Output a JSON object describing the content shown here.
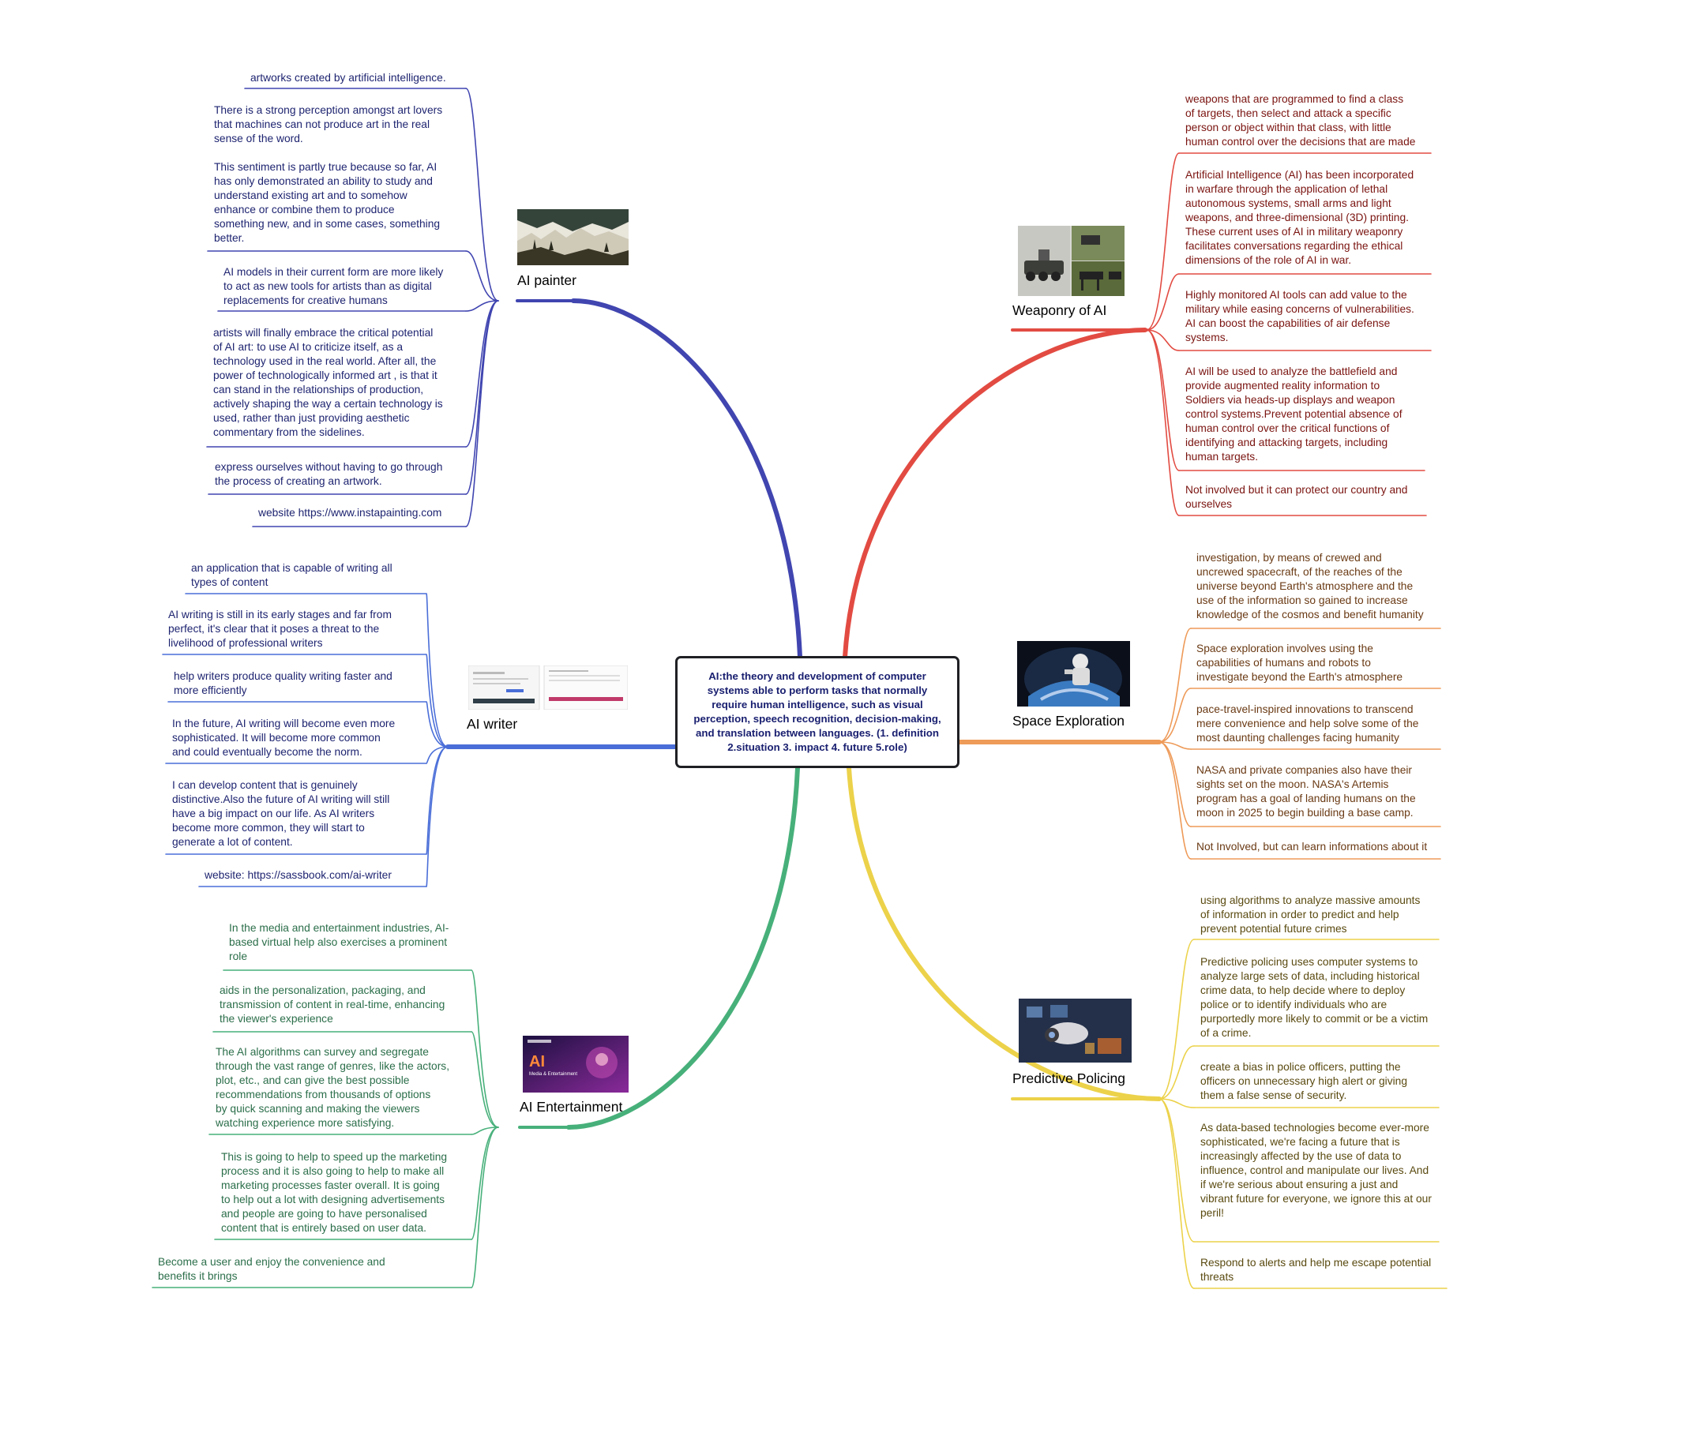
{
  "center": {
    "text": "AI:the theory and development of computer systems able to perform tasks that normally require human intelligence, such as visual perception, speech recognition, decision-making, and translation between languages. (1. definition 2.situation 3. impact 4. future 5.role)",
    "text_color": "#1a2070"
  },
  "colors": {
    "painter": "#4045b0",
    "writer": "#4a6ed8",
    "entertainment": "#47b07a",
    "weaponry": "#e24b42",
    "space": "#ee9a58",
    "policing": "#ecd24a",
    "painter_text": "#1e2470",
    "writer_text": "#1e2470",
    "entertainment_text": "#2b6e4a",
    "weaponry_text": "#7a1410",
    "space_text": "#6a3a14",
    "policing_text": "#5a4a10"
  },
  "branches": {
    "painter": {
      "title": "AI painter",
      "image_icon": "landscape-painting-icon",
      "leaves": [
        "artworks created by artificial intelligence.",
        "There is a strong perception amongst art lovers\nthat machines can not produce art in the real\nsense of the word.\n\nThis sentiment is partly true because so far, AI\nhas only demonstrated an ability to study and\nunderstand existing art and to somehow\nenhance or combine them to produce\nsomething new, and in some cases, something\nbetter.",
        "AI models in their current form are more likely\nto act as new tools for artists than as digital\nreplacements for creative humans",
        "artists will finally embrace the critical potential\nof AI art: to use AI to criticize itself, as a\ntechnology used in the real world. After all, the\npower of technologically informed art , is that it\ncan stand in the relationships of production,\nactively shaping the way a certain technology is\nused, rather than just providing aesthetic\ncommentary from the sidelines.",
        "express ourselves without having to go through\nthe process of creating an artwork.",
        "website https://www.instapainting.com"
      ]
    },
    "writer": {
      "title": "AI writer",
      "image_icon": "writing-app-screenshot-icon",
      "leaves": [
        "an application that is capable of writing all\ntypes of content",
        "AI writing is still in its early stages and far from\nperfect, it's clear that it poses a threat to the\nlivelihood of professional writers",
        "help writers produce quality writing faster and\nmore efficiently",
        "In the future, AI writing will become even more\nsophisticated. It will become more common\nand could eventually become the norm.",
        "I can develop content that is genuinely\ndistinctive.Also the future of AI writing will still\nhave a big impact on our life. As AI writers\nbecome more common, they will start to\ngenerate a lot of content.",
        "website: https://sassbook.com/ai-writer"
      ]
    },
    "entertainment": {
      "title": "AI Entertainment",
      "image_icon": "ai-media-entertainment-banner-icon",
      "image_text": "AI",
      "image_caption": "Media & Entertainment",
      "leaves": [
        "In the media and entertainment industries, AI-\nbased virtual help also exercises a prominent\nrole",
        "aids in the personalization, packaging, and\ntransmission of content in real-time, enhancing\nthe viewer's experience",
        "The AI algorithms can survey and segregate\nthrough the vast range of genres, like the actors,\nplot, etc., and can give the best possible\nrecommendations from thousands of options\nby quick scanning and making the viewers\nwatching experience more satisfying.",
        "This is going to help to speed up the marketing\nprocess and it is also going to help to make all\nmarketing processes faster overall. It is going\nto help out a lot with designing advertisements\nand people are going to have personalised\ncontent that is entirely based on user data.",
        "Become a user and enjoy the convenience and\nbenefits it brings"
      ]
    },
    "weaponry": {
      "title": "Weaponry of AI",
      "image_icon": "military-robots-collage-icon",
      "leaves": [
        "weapons that are programmed to find a class\nof targets, then select and attack a specific\nperson or object within that class, with little\nhuman control over the decisions that are made",
        "Artificial Intelligence (AI) has been incorporated\nin warfare through the application of lethal\nautonomous systems, small arms and light\nweapons, and three-dimensional (3D) printing.\nThese current uses of AI in military weaponry\nfacilitates conversations regarding the ethical\ndimensions of the role of AI in war.",
        "Highly monitored AI tools can add value to the\nmilitary while easing concerns of vulnerabilities.\nAI can boost the capabilities of air defense\nsystems.",
        "AI will be used to analyze the battlefield and\nprovide augmented reality information to\nSoldiers via heads-up displays and weapon\ncontrol systems.Prevent potential absence of\nhuman control over the critical functions of\nidentifying and attacking targets, including\nhuman targets.",
        "Not involved but it can protect our country and\nourselves"
      ]
    },
    "space": {
      "title": "Space Exploration",
      "image_icon": "astronaut-over-earth-icon",
      "leaves": [
        "investigation, by means of crewed and\nuncrewed spacecraft, of the reaches of the\nuniverse beyond Earth's atmosphere and the\nuse of the information so gained to increase\nknowledge of the cosmos and benefit humanity",
        "Space exploration involves using the\ncapabilities of humans and robots to\ninvestigate beyond the Earth's atmosphere",
        "pace-travel-inspired innovations to transcend\nmere convenience and help solve some of the\nmost daunting challenges facing humanity",
        "NASA and private companies also have their\nsights set on the moon. NASA's Artemis\nprogram has a goal of landing humans on the\nmoon in 2025 to begin building a base camp.",
        "Not Involved, but can learn informations about it"
      ]
    },
    "policing": {
      "title": "Predictive Policing",
      "image_icon": "surveillance-camera-icon",
      "leaves": [
        "using algorithms to analyze massive amounts\nof information in order to predict and help\nprevent potential future crimes",
        "Predictive policing uses computer systems to\nanalyze large sets of data, including historical\ncrime data, to help decide where to deploy\npolice or to identify individuals who are\npurportedly more likely to commit or be a victim\nof a crime.",
        "create a bias in police officers, putting the\nofficers on unnecessary high alert or giving\nthem a false sense of security.",
        "As data-based technologies become ever-more\nsophisticated, we're facing a future that is\nincreasingly affected by the use of data to\ninfluence, control and manipulate our lives. And\nif we're serious about ensuring a just and\nvibrant future for everyone, we ignore this at our\nperil!",
        "Respond to alerts and help me escape potential\nthreats"
      ]
    }
  }
}
